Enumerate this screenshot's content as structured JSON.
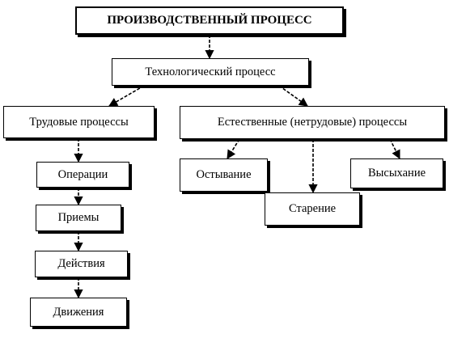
{
  "diagram": {
    "root": "ПРОИЗВОДСТВЕННЫЙ ПРОЦЕСС",
    "technological": "Технологический процесс",
    "labor": "Трудовые процессы",
    "natural": "Естественные (нетрудовые) процессы",
    "labor_children": [
      "Операции",
      "Приемы",
      "Действия",
      "Движения"
    ],
    "natural_children": [
      "Остывание",
      "Старение",
      "Высыхание"
    ]
  },
  "colors": {
    "stroke": "#000000",
    "background": "#ffffff"
  }
}
